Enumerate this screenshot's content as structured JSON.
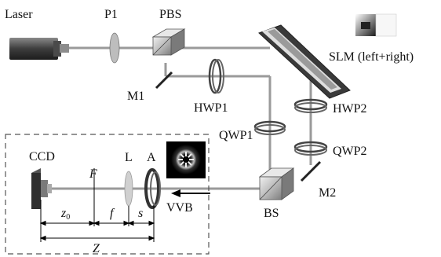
{
  "labels": {
    "laser": "Laser",
    "p1": "P1",
    "pbs": "PBS",
    "slm": "SLM (left+right)",
    "m1": "M1",
    "hwp1": "HWP1",
    "hwp2": "HWP2",
    "qwp1": "QWP1",
    "qwp2": "QWP2",
    "ccd": "CCD",
    "f_point": "F",
    "lens": "L",
    "aperture": "A",
    "vvb": "VVB",
    "bs": "BS",
    "m2": "M2",
    "z0": "z",
    "z0_sub": "0",
    "f": "f",
    "s": "s",
    "Z": "Z"
  }
}
